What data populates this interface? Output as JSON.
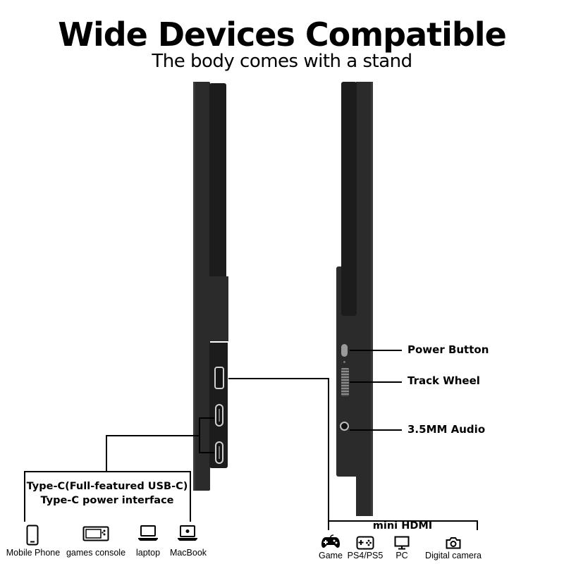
{
  "header": {
    "title": "Wide Devices Compatible",
    "subtitle": "The body comes with a stand"
  },
  "callouts": {
    "power_button": "Power Button",
    "track_wheel": "Track Wheel",
    "audio": "3.5MM Audio"
  },
  "typec": {
    "line1": "Type-C(Full-featured USB-C)",
    "line2": "Type-C power interface"
  },
  "typec_devices": [
    {
      "label": "Mobile Phone",
      "icon": "mobile-phone-icon"
    },
    {
      "label": "games console",
      "icon": "game-console-icon"
    },
    {
      "label": "laptop",
      "icon": "laptop-icon"
    },
    {
      "label": "MacBook",
      "icon": "macbook-icon"
    }
  ],
  "hdmi": {
    "title": "mini HDMI",
    "devices": [
      {
        "label": "Game",
        "icon": "gamepad-icon"
      },
      {
        "label": "PS4/PS5",
        "icon": "ps-controller-icon"
      },
      {
        "label": "PC",
        "icon": "pc-monitor-icon"
      },
      {
        "label": "Digital camera",
        "icon": "camera-icon"
      }
    ]
  },
  "colors": {
    "device_body": "#2b2b2b",
    "text": "#000000",
    "background": "#ffffff"
  }
}
